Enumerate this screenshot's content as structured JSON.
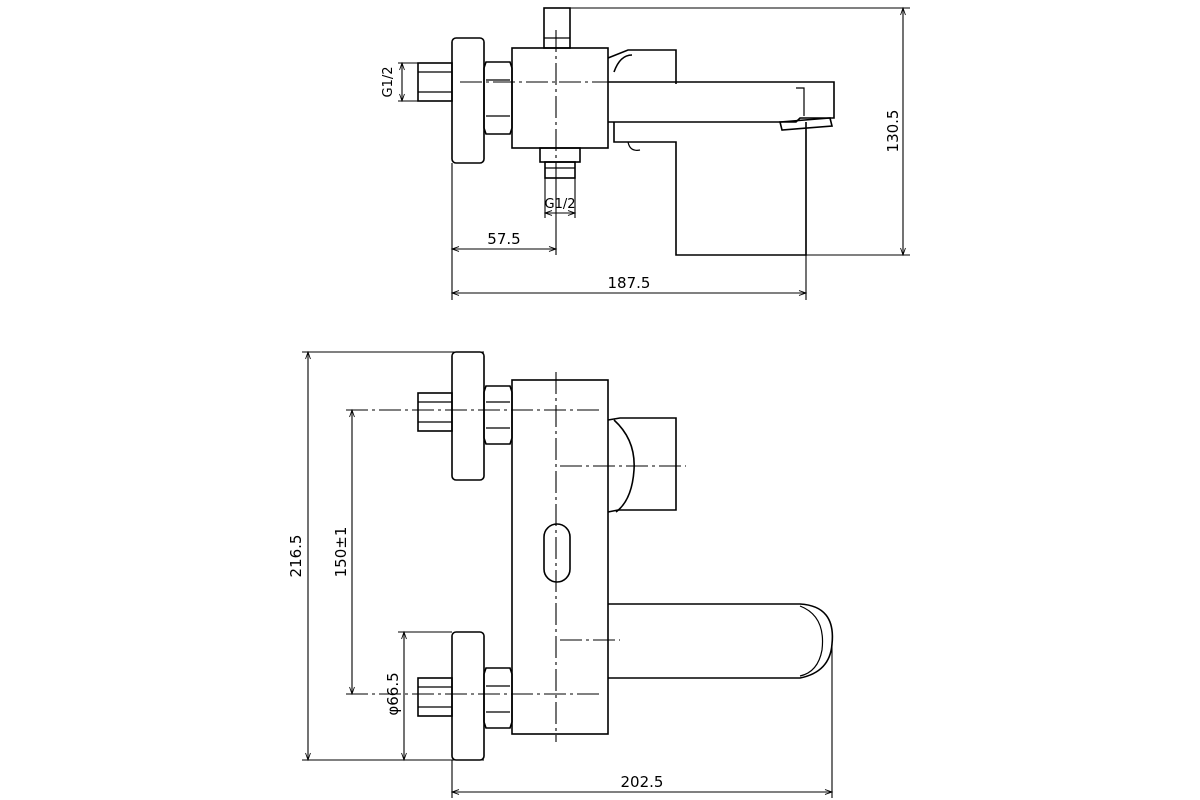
{
  "top_view": {
    "dim_thread_left": "G1/2",
    "dim_thread_bottom": "G1/2",
    "dim_offset": "57.5",
    "dim_total_width": "187.5",
    "dim_height": "130.5"
  },
  "front_view": {
    "dim_overall_height": "216.5",
    "dim_center_distance": "150±1",
    "dim_flange_diameter": "φ66.5",
    "dim_total_width": "202.5"
  }
}
